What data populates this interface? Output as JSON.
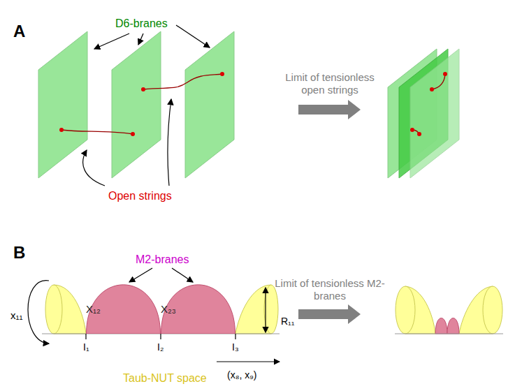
{
  "diagram": {
    "nodes": [
      {
        "text": [
          "X₁₂"
        ]
      },
      {
        "text": [
          "X₂₃"
        ]
      }
    ],
    "labels": [
      "A",
      "D6-branes",
      "Open strings",
      "Limit of tensionless open strings",
      "B",
      "M2-branes",
      "x₁₁",
      "R₁₁",
      "I₁",
      "I₂",
      "I₃",
      "(x₈, x₉)",
      "Taub-NUT space",
      "Limit of tensionless M2-branes"
    ]
  }
}
